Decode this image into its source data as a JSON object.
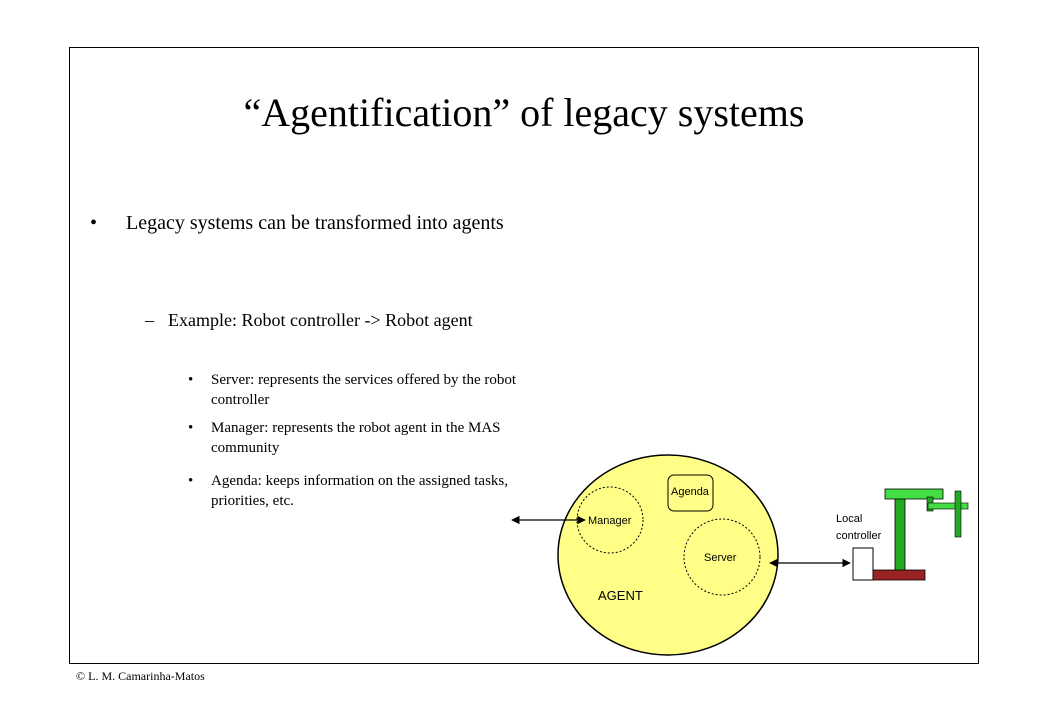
{
  "slide": {
    "title": "“Agentification” of legacy systems",
    "bullet_symbol": "•",
    "dash_symbol": "–",
    "points": [
      {
        "text": "Legacy systems can be transformed into agents",
        "sub": {
          "text": "Example: Robot controller -> Robot agent",
          "items": [
            "Server:  represents the services offered by the robot controller",
            "Manager: represents the robot agent in the MAS community",
            "Agenda: keeps information on the assigned tasks, priorities, etc."
          ]
        }
      }
    ],
    "footer": "© L. M. Camarinha-Matos"
  },
  "diagram": {
    "agent_label": "AGENT",
    "manager_label": "Manager",
    "agenda_label": "Agenda",
    "server_label": "Server",
    "local_controller_label": [
      "Local",
      "controller"
    ],
    "colors": {
      "agent_fill": "#ffff88",
      "robot_green": "#22aa22",
      "robot_light_green": "#44dd44",
      "robot_base": "#992222"
    }
  }
}
